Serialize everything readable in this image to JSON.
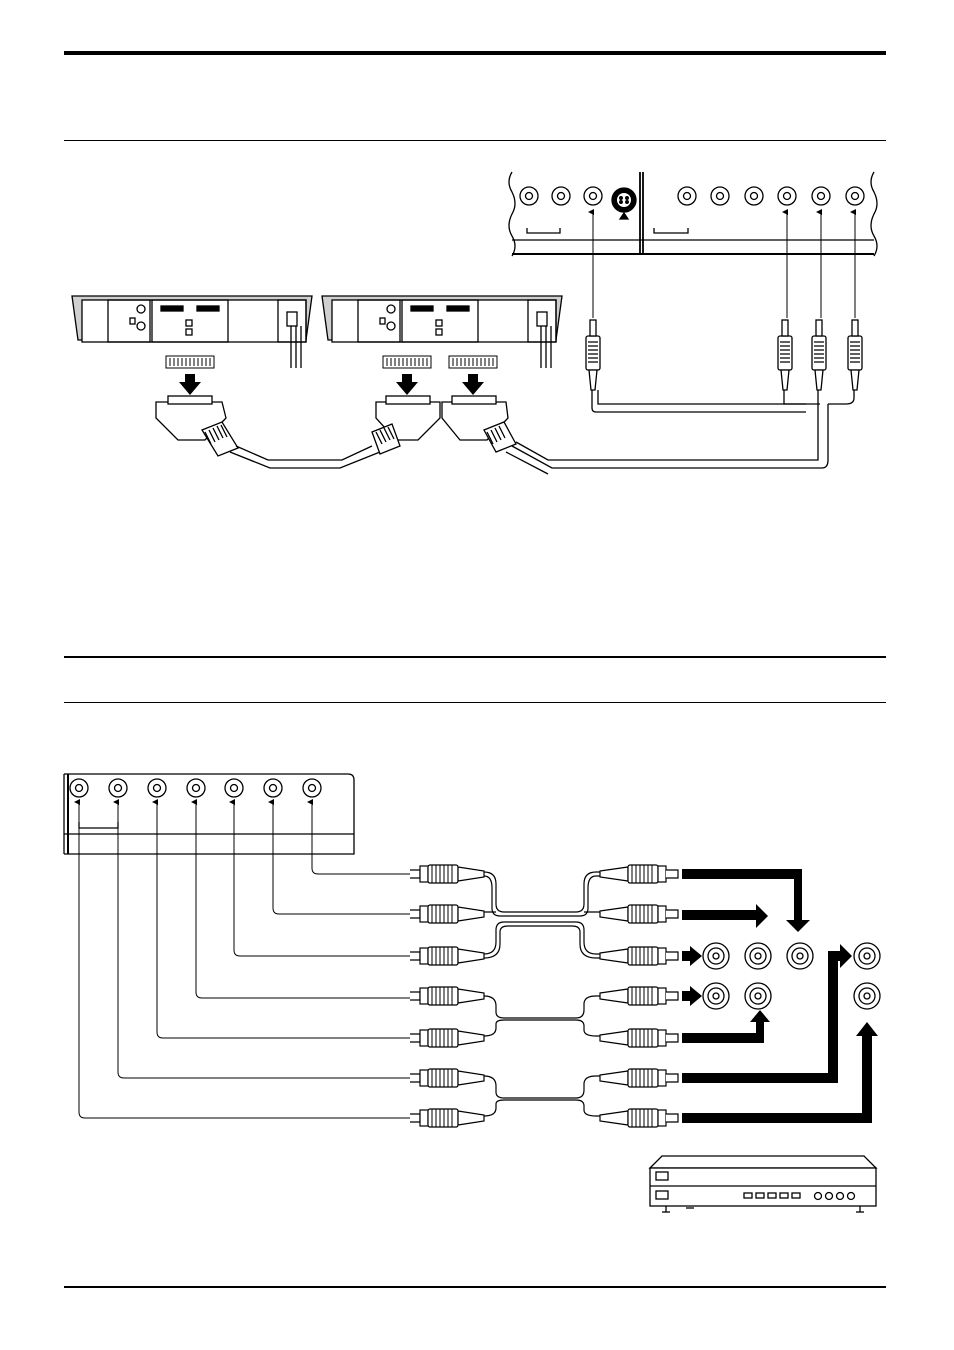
{
  "page": {
    "rules": [
      "top-thick",
      "section-1-divider",
      "section-2-top",
      "section-2-divider",
      "bottom"
    ]
  },
  "diagram_1": {
    "name": "vcr-scart-to-terminal-connection",
    "parts": [
      "terminal-board-top",
      "vcr-left",
      "vcr-right",
      "scart-cable",
      "scart-to-rca-cable"
    ]
  },
  "diagram_2": {
    "name": "component-and-audio-rca-connection",
    "parts": [
      "terminal-board-left",
      "rca-cable-bundle",
      "output-jacks",
      "audio-amplifier"
    ]
  },
  "colors": {
    "ink": "#000000",
    "paper": "#ffffff",
    "panel": "#d0d0d0"
  },
  "icons": [
    "arrow-down-icon",
    "arrow-up-icon",
    "scart-plug-icon",
    "rca-plug-icon",
    "s-video-jack-icon"
  ]
}
